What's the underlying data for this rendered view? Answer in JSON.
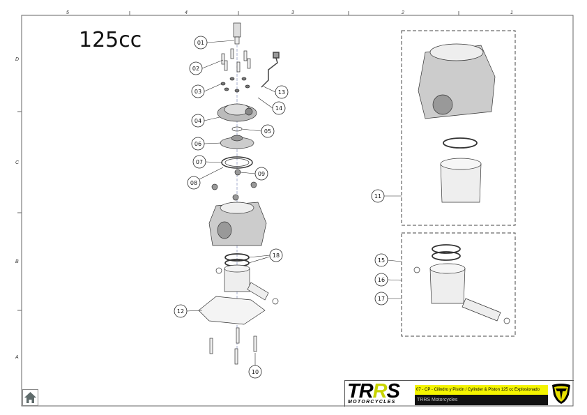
{
  "drawing": {
    "heading": "125cc",
    "column_labels": [
      "5",
      "4",
      "3",
      "2",
      "1"
    ],
    "row_labels": [
      "D",
      "C",
      "B",
      "A"
    ],
    "callouts": [
      "01",
      "02",
      "03",
      "04",
      "05",
      "06",
      "07",
      "08",
      "09",
      "10",
      "11",
      "12",
      "13",
      "14",
      "15",
      "16",
      "17",
      "18"
    ]
  },
  "title_block": {
    "logo_text": "TRRS",
    "logo_subtext": "MOTORCYCLES",
    "title": "07 - CP - Cilindro y Pistón / Cylinder & Piston 125 cc Explosionado",
    "company": "TRRS Motorcycles",
    "accent_color": "#f4f400",
    "logo_accent_color": "#c8d400"
  },
  "nav": {
    "home_icon": "home-icon"
  }
}
